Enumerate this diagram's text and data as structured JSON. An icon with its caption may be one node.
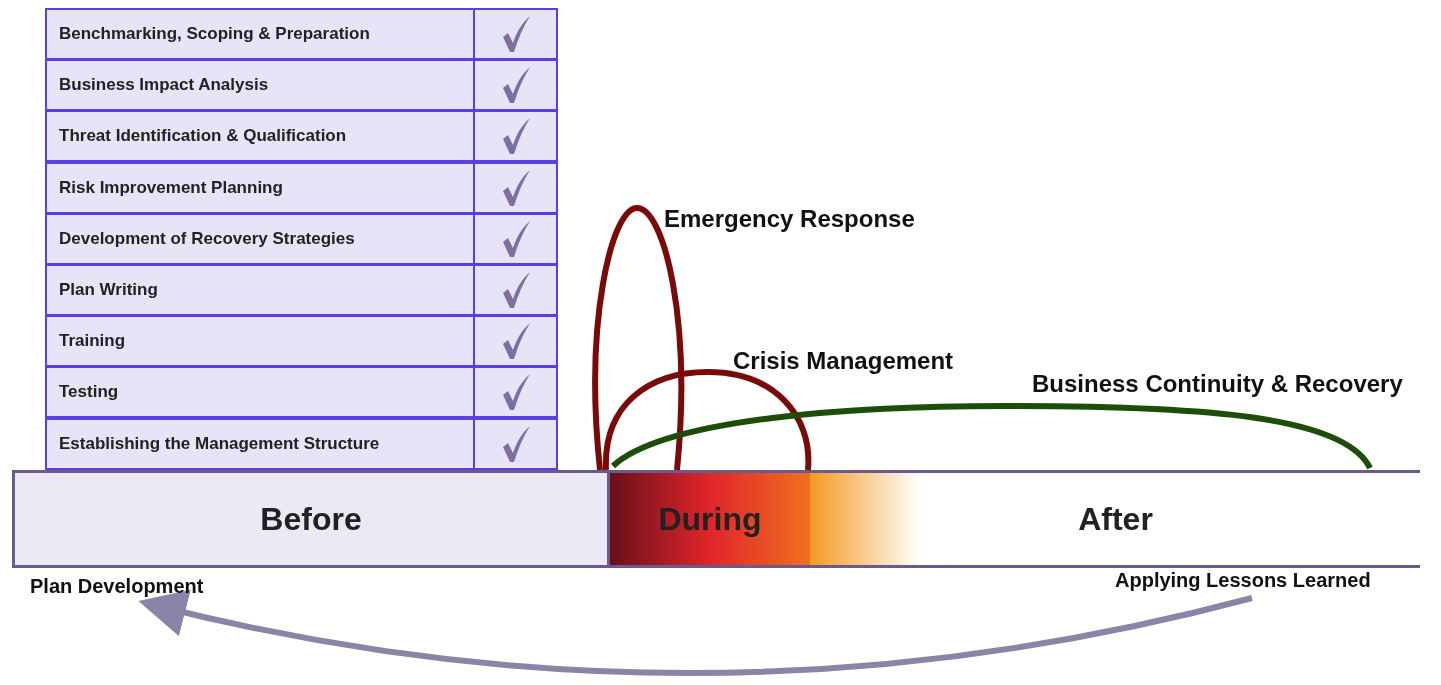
{
  "diagram": {
    "nodes": [
      {
        "text": [
          "Benchmarking, Scoping & Preparation"
        ]
      },
      {
        "text": [
          "Business Impact Analysis"
        ]
      },
      {
        "text": [
          "Threat Identification & Qualification"
        ]
      },
      {
        "text": [
          "Risk Improvement Planning"
        ]
      },
      {
        "text": [
          "Development of Recovery Strategies"
        ]
      },
      {
        "text": [
          "Plan Writing"
        ]
      },
      {
        "text": [
          "Training"
        ]
      },
      {
        "text": [
          "Testing"
        ]
      },
      {
        "text": [
          "Establishing the Management Structure"
        ]
      },
      {
        "text": [
          "Before"
        ]
      },
      {
        "text": [
          "During"
        ]
      },
      {
        "text": [
          "After"
        ]
      },
      {
        "text": [
          "Plan Development"
        ]
      },
      {
        "text": [
          "Applying Lessons Learned"
        ]
      },
      {
        "text": [
          "Emergency Response"
        ]
      },
      {
        "text": [
          "Crisis Management"
        ]
      },
      {
        "text": [
          "Business Continuity & Recovery"
        ]
      }
    ],
    "edges": [
      {
        "from": 13,
        "to": 12,
        "arrow": "to"
      }
    ]
  }
}
